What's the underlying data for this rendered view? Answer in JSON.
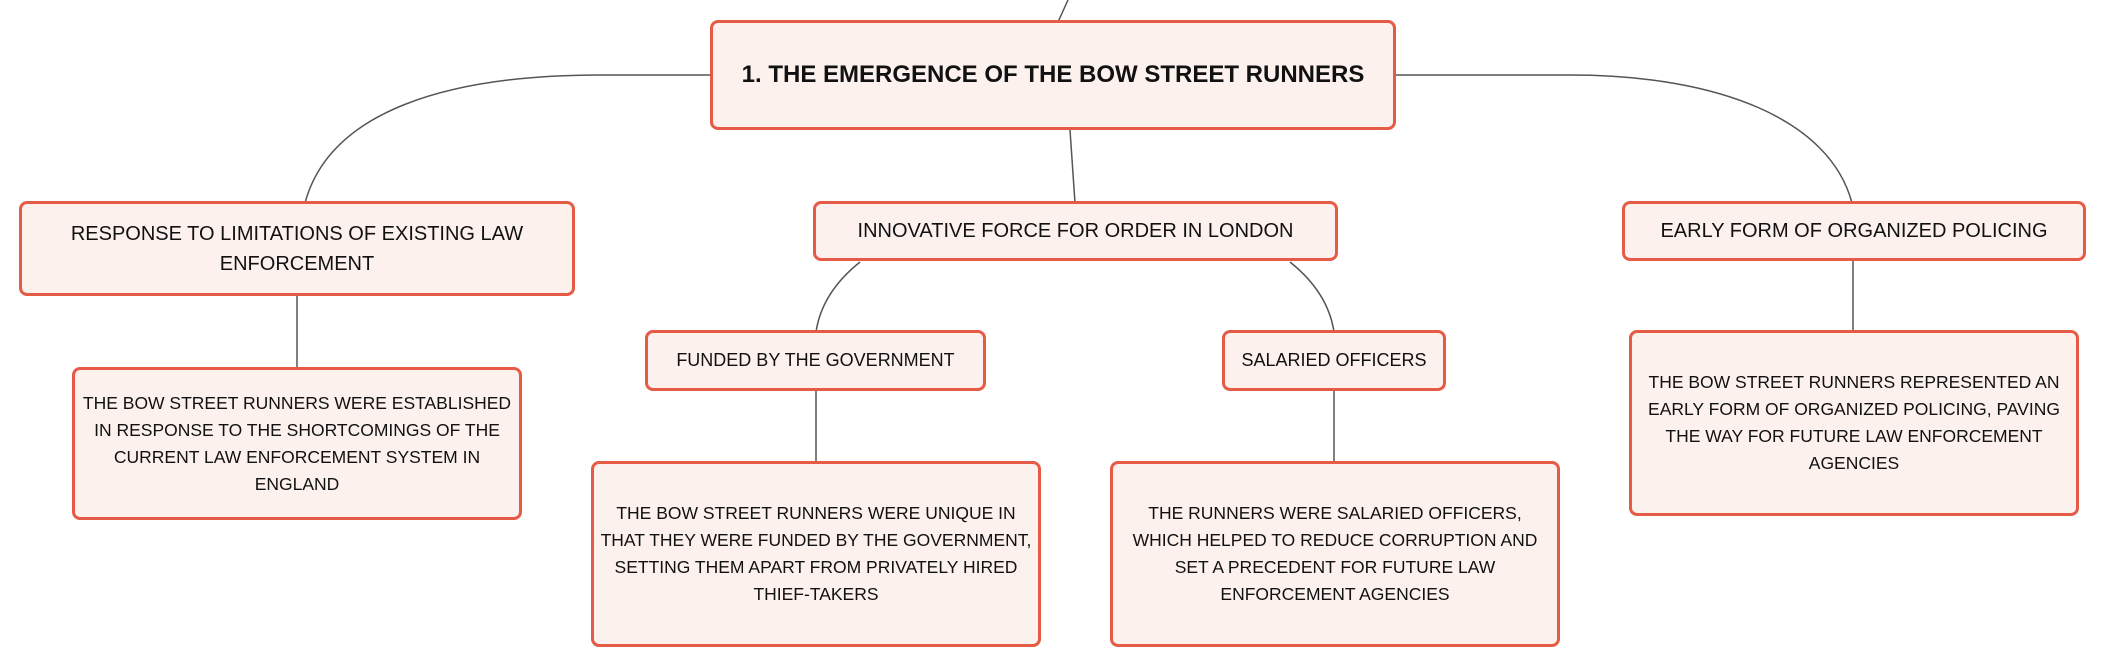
{
  "colors": {
    "border": "#e55b45",
    "fill": "#fdf1ee",
    "line": "#555555",
    "text": "#111111"
  },
  "root": {
    "label": "1. THE EMERGENCE OF THE BOW STREET RUNNERS"
  },
  "branches": {
    "limitations": {
      "label": "RESPONSE TO LIMITATIONS OF EXISTING LAW ENFORCEMENT",
      "note": "THE BOW STREET RUNNERS WERE ESTABLISHED IN RESPONSE TO THE SHORTCOMINGS OF THE CURRENT LAW ENFORCEMENT SYSTEM IN ENGLAND"
    },
    "innovative": {
      "label": "INNOVATIVE FORCE FOR ORDER IN LONDON",
      "funded": {
        "label": "FUNDED BY THE GOVERNMENT",
        "note": "THE BOW STREET RUNNERS WERE UNIQUE IN THAT THEY WERE FUNDED BY THE GOVERNMENT, SETTING THEM APART FROM PRIVATELY HIRED THIEF-TAKERS"
      },
      "salaried": {
        "label": "SALARIED OFFICERS",
        "note": "THE RUNNERS WERE SALARIED OFFICERS, WHICH HELPED TO REDUCE CORRUPTION AND SET A PRECEDENT FOR FUTURE LAW ENFORCEMENT AGENCIES"
      }
    },
    "early": {
      "label": "EARLY FORM OF ORGANIZED POLICING",
      "note": "THE BOW STREET RUNNERS REPRESENTED AN EARLY FORM OF ORGANIZED POLICING, PAVING THE WAY FOR FUTURE LAW ENFORCEMENT AGENCIES"
    }
  }
}
